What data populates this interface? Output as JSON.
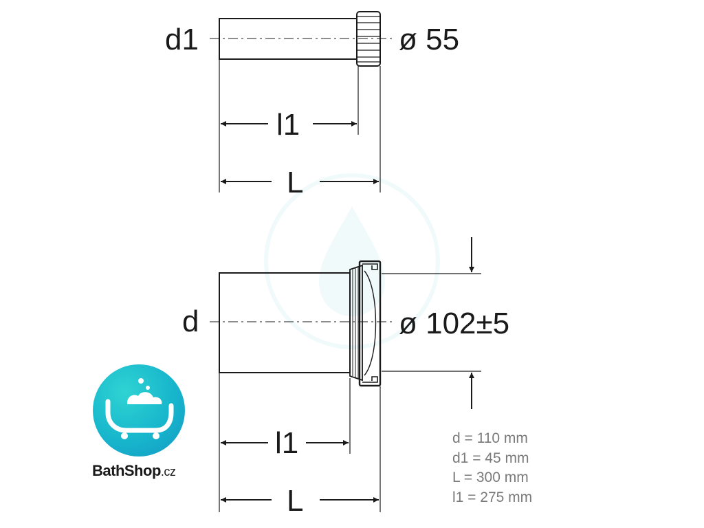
{
  "top_view": {
    "left_label": "d1",
    "right_label": "ø 55",
    "inner_dim_label": "l1",
    "outer_dim_label": "L"
  },
  "bottom_view": {
    "left_label": "d",
    "right_label": "ø 102±5",
    "inner_dim_label": "l1",
    "outer_dim_label": "L"
  },
  "specs": [
    "d = 110 mm",
    "d1 = 45 mm",
    "L = 300 mm",
    "l1 = 275 mm"
  ],
  "logo": {
    "name": "BathShop",
    "suffix": ".cz",
    "icon": "bathtub-icon"
  },
  "colors": {
    "line": "#1a1a1a",
    "spec_text": "#7a7a7a",
    "logo_accent": "#17b6cc"
  }
}
